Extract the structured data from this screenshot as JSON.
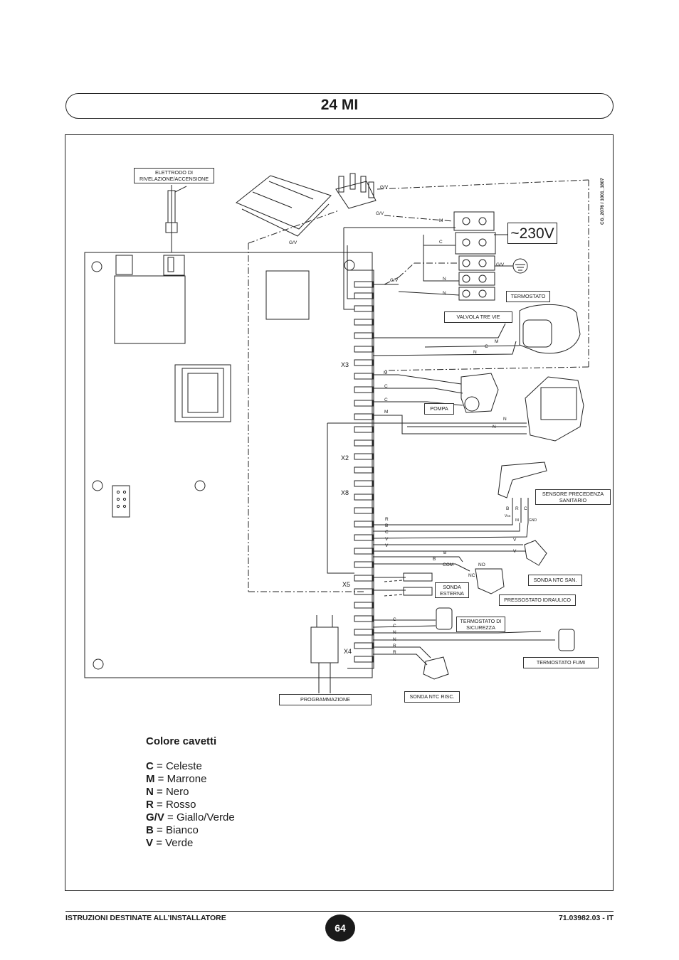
{
  "title": "24 MI",
  "drawing_code": "CG_2076 / 1001_1807",
  "voltage": "~230V",
  "labels": {
    "electrode": "ELETTRODO DI RIVELAZIONE/ACCENSIONE",
    "thermostat": "TERMOSTATO",
    "three_way_valve": "VALVOLA TRE VIE",
    "pump": "POMPA",
    "dhw_sensor": "SENSORE PRECEDENZA SANITARIO",
    "ntc_dhw": "SONDA NTC SAN.",
    "external_probe": "SONDA ESTERNA",
    "pressure_switch": "PRESSOSTATO IDRAULICO",
    "safety_thermostat": "TERMOSTATO DI SICUREZZA",
    "flue_thermostat": "TERMOSTATO FUMI",
    "ntc_heating": "SONDA NTC RISC.",
    "programming": "PROGRAMMAZIONE"
  },
  "connectors": {
    "x3": "X3",
    "x2": "X2",
    "x8": "X8",
    "x5": "X5",
    "x4": "X4"
  },
  "wire_marks": {
    "gv": "G/V",
    "m": "M",
    "c": "C",
    "n": "N",
    "r": "R",
    "b": "B",
    "v": "V",
    "com": "COM",
    "no": "NO",
    "nc": "NC",
    "in": "IN",
    "gnd": "GND",
    "vcc": "Vcc"
  },
  "legend": {
    "title": "Colore cavetti",
    "items": [
      {
        "code": "C",
        "desc": "= Celeste"
      },
      {
        "code": "M",
        "desc": "= Marrone"
      },
      {
        "code": "N",
        "desc": "= Nero"
      },
      {
        "code": "R",
        "desc": "= Rosso"
      },
      {
        "code": "G/V",
        "desc": "= Giallo/Verde"
      },
      {
        "code": "B",
        "desc": "= Bianco"
      },
      {
        "code": "V",
        "desc": "= Verde"
      }
    ]
  },
  "footer": {
    "left": "ISTRUZIONI DESTINATE ALL’INSTALLATORE",
    "page": "64",
    "right": "71.03982.03 - IT"
  }
}
